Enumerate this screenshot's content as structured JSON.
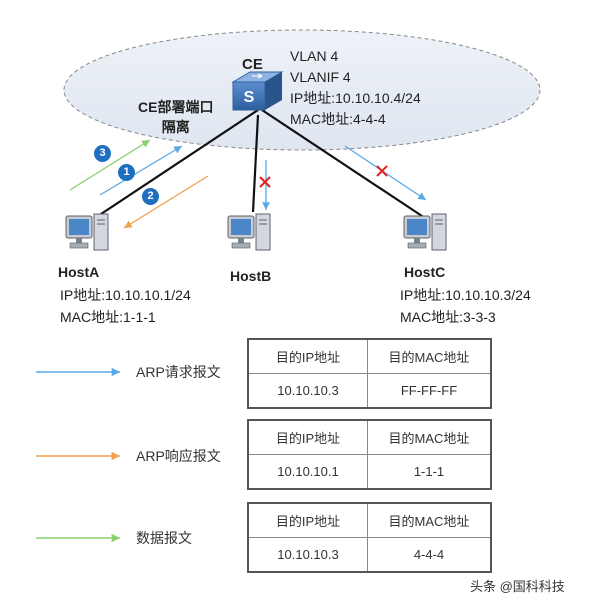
{
  "switch": {
    "name": "CE",
    "info": [
      "VLAN 4",
      "VLANIF 4",
      "IP地址:10.10.10.4/24",
      "MAC地址:4-4-4"
    ],
    "isolation_label": [
      "CE部署端口",
      "隔离"
    ]
  },
  "hosts": [
    {
      "name": "HostA",
      "ip": "IP地址:10.10.10.1/24",
      "mac": "MAC地址:1-1-1"
    },
    {
      "name": "HostB"
    },
    {
      "name": "HostC",
      "ip": "IP地址:10.10.10.3/24",
      "mac": "MAC地址:3-3-3"
    }
  ],
  "steps": [
    "1",
    "2",
    "3"
  ],
  "legend": [
    {
      "label": "ARP请求报文",
      "color": "#5aa9e6"
    },
    {
      "label": "ARP响应报文",
      "color": "#f0a050"
    },
    {
      "label": "数据报文",
      "color": "#8ccf6e"
    }
  ],
  "tables": [
    {
      "headers": [
        "目的IP地址",
        "目的MAC地址"
      ],
      "row": [
        "10.10.10.3",
        "FF-FF-FF"
      ]
    },
    {
      "headers": [
        "目的IP地址",
        "目的MAC地址"
      ],
      "row": [
        "10.10.10.1",
        "1-1-1"
      ]
    },
    {
      "headers": [
        "目的IP地址",
        "目的MAC地址"
      ],
      "row": [
        "10.10.10.3",
        "4-4-4"
      ]
    }
  ],
  "colors": {
    "arp_request": "#5aa9e6",
    "arp_reply": "#f0a050",
    "data": "#8ccf6e",
    "blocked": "#e02020",
    "switch": "#3f74b5"
  },
  "watermark": "头条 @国科科技"
}
